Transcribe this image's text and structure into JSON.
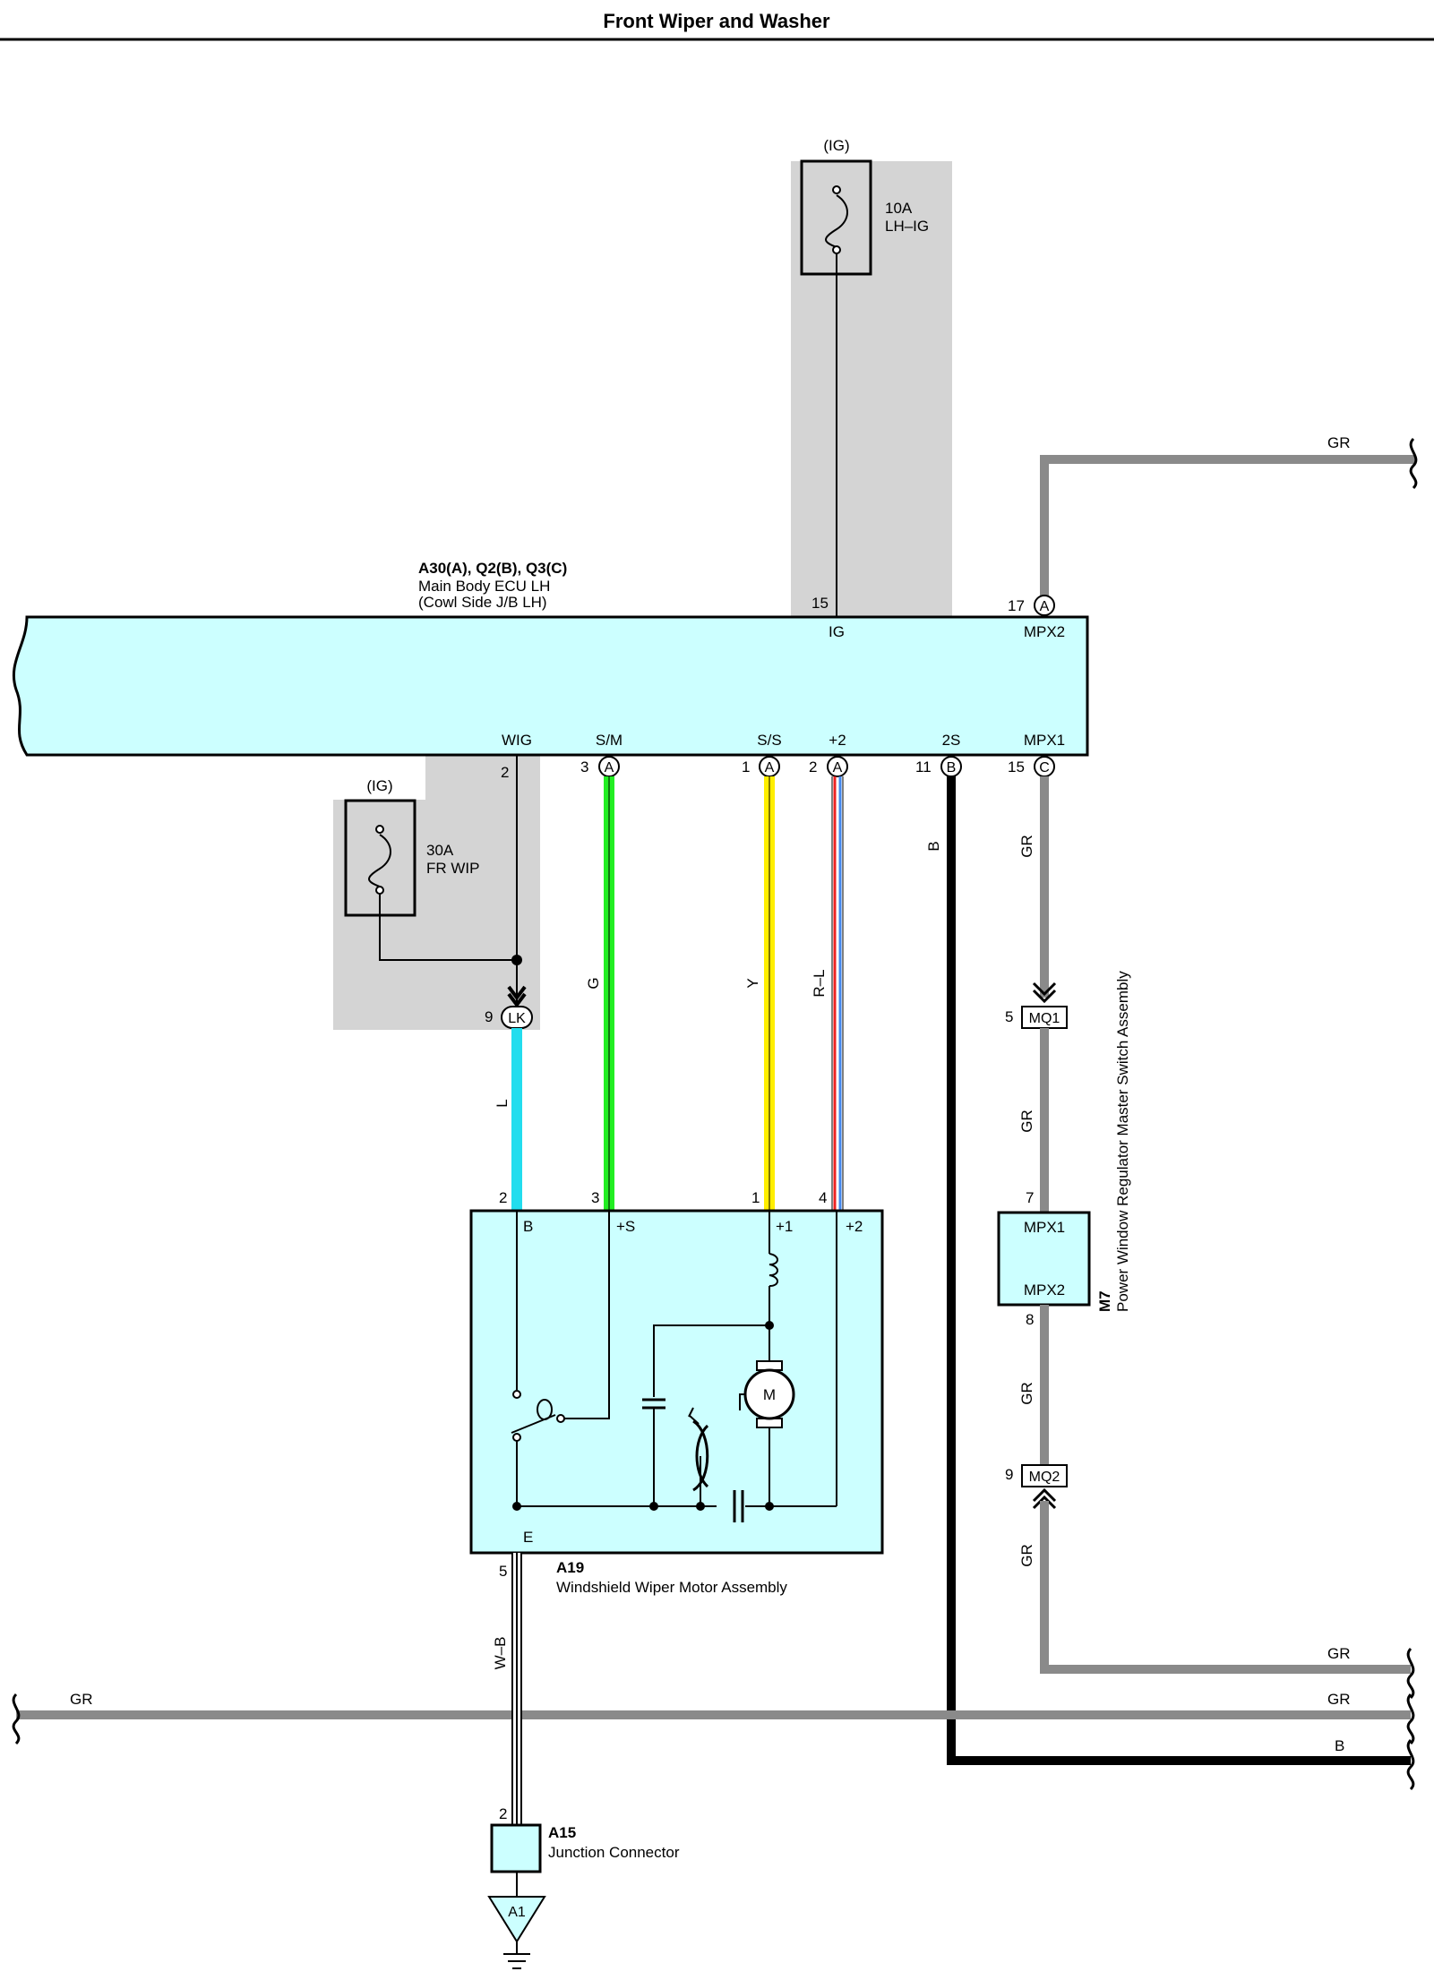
{
  "title": "Front Wiper and Washer",
  "ecu": {
    "code": "A30(A), Q2(B), Q3(C)",
    "name": "Main Body ECU LH",
    "sub": "(Cowl Side J/B LH)",
    "pins": {
      "ig": {
        "num": "15",
        "name": "IG"
      },
      "mpx2": {
        "num": "17",
        "conn": "A",
        "name": "MPX2"
      },
      "wig": {
        "num": "2",
        "name": "WIG"
      },
      "sm": {
        "num": "3",
        "conn": "A",
        "name": "S/M"
      },
      "ss": {
        "num": "1",
        "conn": "A",
        "name": "S/S"
      },
      "p2": {
        "num": "2",
        "conn": "A",
        "name": "+2"
      },
      "s2": {
        "num": "11",
        "conn": "B",
        "name": "2S"
      },
      "mpx1": {
        "num": "15",
        "conn": "C",
        "name": "MPX1"
      }
    }
  },
  "fuse_top": {
    "ig": "(IG)",
    "amp": "10A",
    "name": "LH–IG"
  },
  "fuse_left": {
    "ig": "(IG)",
    "amp": "30A",
    "name": "FR WIP"
  },
  "junction_lk": {
    "pin": "9",
    "name": "LK"
  },
  "wires": {
    "gr": "GR",
    "b": "B",
    "g": "G",
    "y": "Y",
    "rl": "R–L",
    "l": "L",
    "wb": "W–B"
  },
  "motor": {
    "code": "A19",
    "name": "Windshield Wiper Motor Assembly",
    "pins": {
      "b": {
        "num": "2",
        "name": "B"
      },
      "s": {
        "num": "3",
        "name": "+S"
      },
      "p1": {
        "num": "1",
        "name": "+1"
      },
      "p2": {
        "num": "4",
        "name": "+2"
      },
      "e": {
        "num": "5",
        "name": "E"
      }
    },
    "motor_letter": "M"
  },
  "m7": {
    "code": "M7",
    "name": "Power Window Regulator Master Switch Assembly",
    "pin7": "7",
    "pin8": "8",
    "mpx1": "MPX1",
    "mpx2": "MPX2"
  },
  "mq1": {
    "pin": "5",
    "name": "MQ1"
  },
  "mq2": {
    "pin": "9",
    "name": "MQ2"
  },
  "a15": {
    "code": "A15",
    "name": "Junction Connector",
    "pin": "2"
  },
  "ground": {
    "name": "A1"
  },
  "colors": {
    "ecu_fill": "#ccffff",
    "shade": "#d4d4d4",
    "gr": "#8a8a8a",
    "green": "#22ee22",
    "yellow": "#ffee00",
    "cyan": "#22ddee",
    "red": "#ee2222",
    "blue": "#4488ee"
  }
}
